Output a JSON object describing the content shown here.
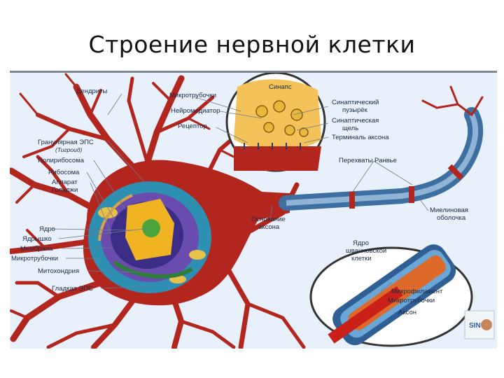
{
  "title": "Строение нервной клетки",
  "labels": {
    "dendrites": "Дендриты",
    "microtubules_top": "Микротрубочки",
    "neurotransmitter": "Нейромедиатор",
    "receptor": "Рецептор",
    "synapse": "Синапс",
    "synaptic_vesicle_1": "Синаптический",
    "synaptic_vesicle_2": "пузырёк",
    "synaptic_cleft_1": "Синаптическая",
    "synaptic_cleft_2": "щель",
    "axon_terminal": "Терминаль аксона",
    "rough_er": "Гранулярная ЭПС",
    "tigroid": "(Тигроид)",
    "polyribosome": "Полирибосома",
    "ribosome": "Рибосома",
    "golgi_1": "Аппарат",
    "golgi_2": "Гольджи",
    "ranvier": "Перехваты Ранвье",
    "nucleus": "Ядро",
    "nucleolus": "Ядрышко",
    "membrane": "Мембрана",
    "microtubules_left": "Микротрубочки",
    "mitochondria": "Митохондрия",
    "smooth_er": "Гладкая ЭПС",
    "axon_hillock_1": "Основание",
    "axon_hillock_2": "аксона",
    "myelin_1": "Миелиновая",
    "myelin_2": "оболочка",
    "schwann_1": "Ядро",
    "schwann_2": "шванновской",
    "schwann_3": "клетки",
    "microfilament": "Микрофиламент",
    "microtubules_bottom": "Микротрубочки",
    "axon": "Аксон",
    "logo": "SIN"
  },
  "colors": {
    "neuron": "#b3261e",
    "background": "#e8f1fb",
    "nucleus": "#3b2c86",
    "myelin": "#3d6fa1"
  }
}
